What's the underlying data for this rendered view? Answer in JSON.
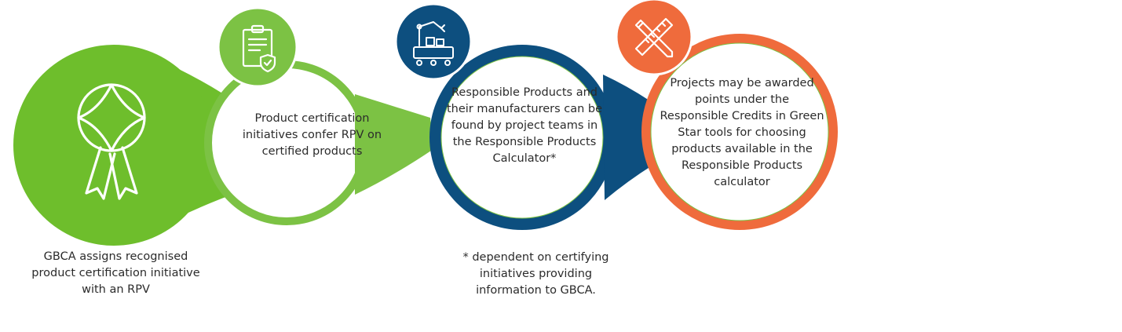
{
  "colors": {
    "green": "#6ebe2c",
    "green_light": "#7cc244",
    "blue": "#0d4f7f",
    "orange": "#ef6b3c",
    "text": "#2b2b2b"
  },
  "steps": [
    {
      "id": "gbca",
      "icon": "award-ribbon-icon",
      "text": "GBCA assigns recognised product certification initiative with an RPV"
    },
    {
      "id": "certification",
      "icon": "clipboard-shield-icon",
      "text": "Product certification initiatives confer RPV on certified products"
    },
    {
      "id": "calculator",
      "icon": "robot-arm-factory-icon",
      "text": "Responsible Products and their manufacturers can be found by project teams in the Responsible Products Calculator*"
    },
    {
      "id": "green-star",
      "icon": "pencil-ruler-icon",
      "text": "Projects may be awarded points under the Responsible Credits in Green Star tools for choosing products available in the Responsible Products calculator"
    }
  ],
  "footnote": "* dependent on certifying initiatives providing information to GBCA."
}
